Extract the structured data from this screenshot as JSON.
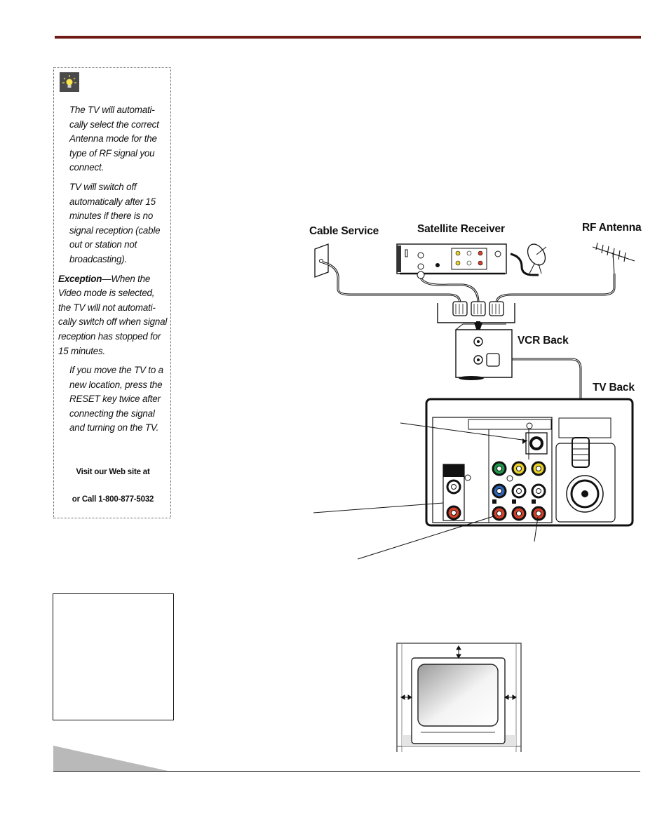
{
  "tip": {
    "paragraphs": [
      "The TV will automati-cally select the correct Antenna mode for the type of RF signal you connect.",
      "TV will switch off automatically after 15 minutes if there is no signal reception (cable out or station not broadcasting)."
    ],
    "exception_label": "Exception",
    "exception_text": "—When the Video mode is selected, the TV will not automati-cally switch off when signal reception has stopped for 15 minutes.",
    "move_tip": "If you move the TV to a new location, press the RESET key twice after connecting the signal and turning on the TV.",
    "web_line": "Visit our Web site at",
    "call_line": "or Call 1-800-877-5032"
  },
  "diagram": {
    "cable_label": "Cable Service",
    "satellite_label": "Satellite Receiver",
    "antenna_label": "RF Antenna",
    "vcr_label": "VCR Back",
    "tv_label": "TV Back"
  },
  "colors": {
    "accent_rule": "#6e1a17",
    "jack_green": "#1e9a4a",
    "jack_yellow": "#e9d22a",
    "jack_blue": "#2f63b5",
    "jack_red": "#d4402a"
  }
}
